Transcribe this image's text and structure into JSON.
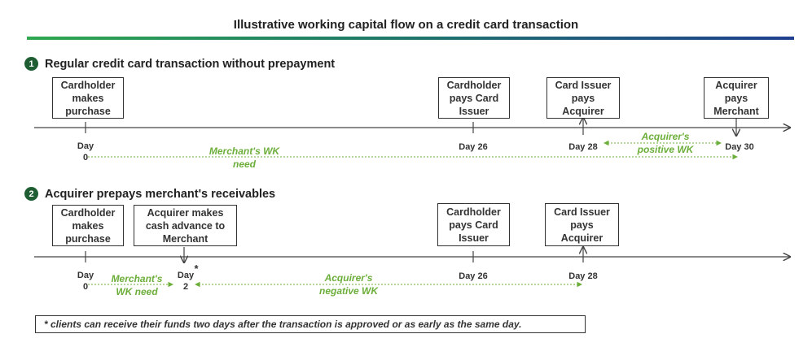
{
  "title": "Illustrative working capital flow on a credit card transaction",
  "section1": {
    "number": "1",
    "heading": "Regular credit card transaction without prepayment",
    "boxes": {
      "purchase": "Cardholder makes purchase",
      "cardholder_pays": "Cardholder pays Card Issuer",
      "issuer_pays": "Card Issuer pays Acquirer",
      "acquirer_pays": "Acquirer pays Merchant"
    },
    "days": {
      "d0_top": "Day",
      "d0_bottom": "0",
      "d26": "Day 26",
      "d28": "Day 28",
      "d30": "Day 30"
    },
    "merchant_wk": "Merchant's WK need",
    "acquirer_wk": "Acquirer's positive WK"
  },
  "section2": {
    "number": "2",
    "heading": "Acquirer prepays merchant's receivables",
    "boxes": {
      "purchase": "Cardholder makes purchase",
      "advance": "Acquirer makes cash advance to Merchant",
      "cardholder_pays": "Cardholder pays Card Issuer",
      "issuer_pays": "Card Issuer pays Acquirer"
    },
    "days": {
      "d0_top": "Day",
      "d0_bottom": "0",
      "d2_top": "Day",
      "d2_bottom": "2",
      "d2_star": "*",
      "d26": "Day 26",
      "d28": "Day 28"
    },
    "merchant_wk": "Merchant's WK need",
    "acquirer_wk": "Acquirer's negative WK"
  },
  "footnote": "* clients can receive their funds two days after the transaction is approved or as early as the same day.",
  "colors": {
    "green": "#6cae3a",
    "badge": "#1f5e33",
    "line": "#444444"
  }
}
